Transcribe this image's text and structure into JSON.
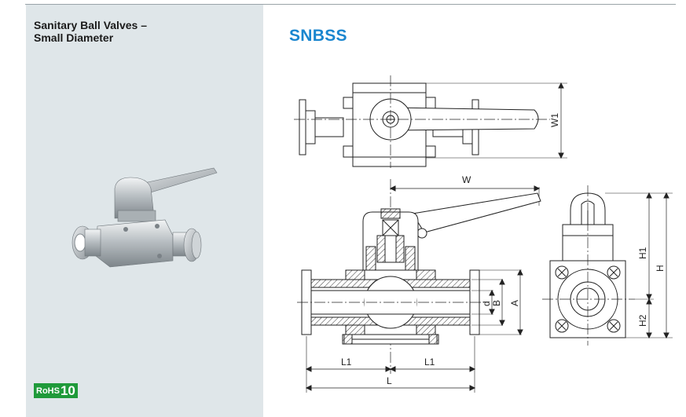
{
  "sidebar": {
    "title": "Sanitary Ball Valves –\nSmall Diameter",
    "rohs_prefix": "RoHS",
    "rohs_number": "10"
  },
  "main": {
    "model_title": "SNBSS"
  },
  "drawing": {
    "labels": {
      "W1": "W1",
      "W": "W",
      "H1": "H1",
      "H": "H",
      "H2": "H2",
      "d": "d",
      "B": "B",
      "A": "A",
      "L1_left": "L1",
      "L1_right": "L1",
      "L": "L"
    }
  }
}
